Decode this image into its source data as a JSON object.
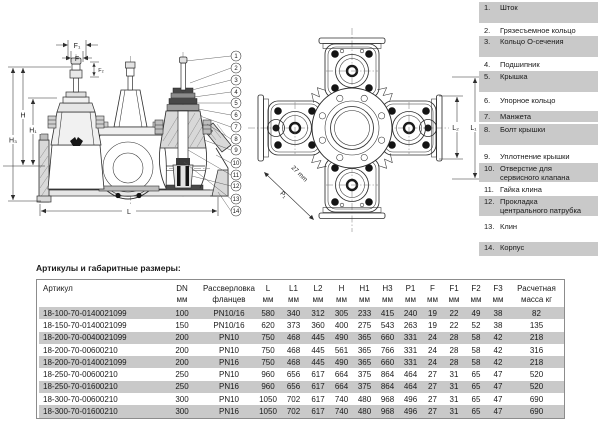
{
  "page": {
    "background": "#ffffff"
  },
  "drawing": {
    "labels": {
      "f1": "F₁",
      "f": "F",
      "f2": "F₂",
      "h": "H",
      "h1": "H₁",
      "h3": "H₃",
      "l": "L",
      "l2": "L₂",
      "l1": "L₁",
      "p1": "P₁",
      "d27": "27 mm"
    },
    "callouts": [
      "1",
      "2",
      "3",
      "4",
      "5",
      "6",
      "7",
      "8",
      "9",
      "10",
      "11",
      "12",
      "13",
      "14"
    ]
  },
  "legend": {
    "items": [
      {
        "num": "1.",
        "label": "Шток",
        "shaded": true
      },
      {
        "num": "2.",
        "label": "Грязесъемное кольцо",
        "shaded": false
      },
      {
        "num": "3.",
        "label": "Кольцо О-сечения",
        "shaded": true
      },
      {
        "num": "4.",
        "label": "Подшипник",
        "shaded": false
      },
      {
        "num": "5.",
        "label": "Крышка",
        "shaded": true
      },
      {
        "num": "6.",
        "label": "Упорное кольцо",
        "shaded": false
      },
      {
        "num": "7.",
        "label": "Манжета",
        "shaded": true
      },
      {
        "num": "8.",
        "label": "Болт крышки",
        "shaded": true
      },
      {
        "num": "9.",
        "label": "Уплотнение крышки",
        "shaded": false
      },
      {
        "num": "10.",
        "label": "Отверстие для\nсервисного клапана",
        "shaded": true
      },
      {
        "num": "11.",
        "label": "Гайка клина",
        "shaded": false
      },
      {
        "num": "12.",
        "label": "Прокладка\nцентрального патрубка",
        "shaded": true
      },
      {
        "num": "13.",
        "label": "Клин",
        "shaded": false
      },
      {
        "num": "14.",
        "label": "Корпус",
        "shaded": true
      }
    ]
  },
  "table": {
    "title": "Артикулы и габаритные размеры:",
    "stripe_color": "#c9c9c9",
    "columns": [
      {
        "line1": "Артикул",
        "line2": ""
      },
      {
        "line1": "DN",
        "line2": "мм"
      },
      {
        "line1": "Рассверловка",
        "line2": "фланцев"
      },
      {
        "line1": "L",
        "line2": "мм"
      },
      {
        "line1": "L1",
        "line2": "мм"
      },
      {
        "line1": "L2",
        "line2": "мм"
      },
      {
        "line1": "H",
        "line2": "мм"
      },
      {
        "line1": "H1",
        "line2": "мм"
      },
      {
        "line1": "H3",
        "line2": "мм"
      },
      {
        "line1": "P1",
        "line2": "мм"
      },
      {
        "line1": "F",
        "line2": "мм"
      },
      {
        "line1": "F1",
        "line2": "мм"
      },
      {
        "line1": "F2",
        "line2": "мм"
      },
      {
        "line1": "F3",
        "line2": "мм"
      },
      {
        "line1": "Расчетная",
        "line2": "масса кг"
      }
    ],
    "rows": [
      [
        "18-100-70-0140021099",
        "100",
        "PN10/16",
        "580",
        "340",
        "312",
        "305",
        "233",
        "415",
        "240",
        "19",
        "22",
        "49",
        "38",
        "82"
      ],
      [
        "18-150-70-0140021099",
        "150",
        "PN10/16",
        "620",
        "373",
        "360",
        "400",
        "275",
        "543",
        "263",
        "19",
        "22",
        "52",
        "38",
        "135"
      ],
      [
        "18-200-70-0040021099",
        "200",
        "PN10",
        "750",
        "468",
        "445",
        "490",
        "365",
        "660",
        "331",
        "24",
        "28",
        "58",
        "42",
        "218"
      ],
      [
        "18-200-70-00600210",
        "200",
        "PN10",
        "750",
        "468",
        "445",
        "561",
        "365",
        "766",
        "331",
        "24",
        "28",
        "58",
        "42",
        "316"
      ],
      [
        "18-200-70-0140021099",
        "200",
        "PN16",
        "750",
        "468",
        "445",
        "490",
        "365",
        "660",
        "331",
        "24",
        "28",
        "58",
        "42",
        "218"
      ],
      [
        "18-250-70-00600210",
        "250",
        "PN10",
        "960",
        "656",
        "617",
        "664",
        "375",
        "864",
        "464",
        "27",
        "31",
        "65",
        "47",
        "520"
      ],
      [
        "18-250-70-01600210",
        "250",
        "PN16",
        "960",
        "656",
        "617",
        "664",
        "375",
        "864",
        "464",
        "27",
        "31",
        "65",
        "47",
        "520"
      ],
      [
        "18-300-70-00600210",
        "300",
        "PN10",
        "1050",
        "702",
        "617",
        "740",
        "480",
        "968",
        "496",
        "27",
        "31",
        "65",
        "47",
        "690"
      ],
      [
        "18-300-70-01600210",
        "300",
        "PN16",
        "1050",
        "702",
        "617",
        "740",
        "480",
        "968",
        "496",
        "27",
        "31",
        "65",
        "47",
        "690"
      ]
    ]
  }
}
